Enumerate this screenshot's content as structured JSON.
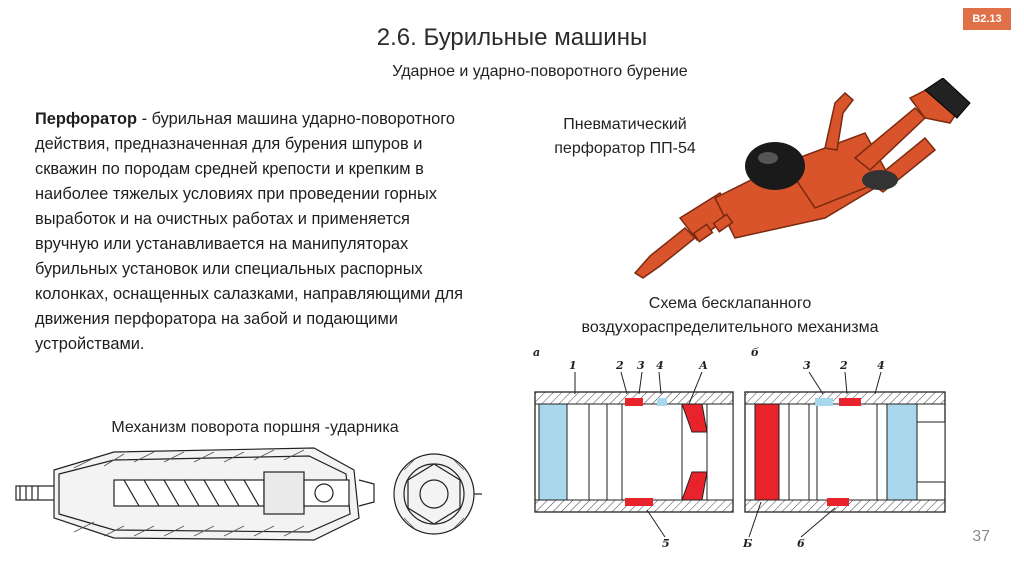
{
  "badge": "B2.13",
  "title": "2.6. Бурильные машины",
  "subtitle": "Ударное и ударно-поворотного бурение",
  "definition": {
    "term": "Перфоратор",
    "text": " - бурильная машина ударно-поворотного действия, предназначенная для бурения шпуров и скважин по породам средней крепости и крепким в наиболее тяжелых условиях при проведении горных выработок и на очистных работах и применяется вручную или устанавливается на манипуляторах бурильных установок или специальных распорных колонках, оснащенных салазками, направляющими для движения перфоратора на забой и подающими устройствами."
  },
  "photo_caption": {
    "line1": "Пневматический",
    "line2": "перфоратор ПП-54"
  },
  "scheme_caption": {
    "line1": "Схема бесклапанного",
    "line2": "воздухораспределительного механизма"
  },
  "mechanism_caption": "Механизм поворота поршня -ударника",
  "diagram_labels": {
    "left_view": "а",
    "right_view": "б",
    "left": [
      "1",
      "2",
      "3",
      "4",
      "А",
      "5"
    ],
    "right": [
      "3",
      "2",
      "4",
      "Б",
      "6"
    ]
  },
  "colors": {
    "badge": "#e07048",
    "drill_body": "#d9542a",
    "chamber_red": "#e8232b",
    "chamber_blue": "#a9d8ec"
  },
  "page_number": "37"
}
